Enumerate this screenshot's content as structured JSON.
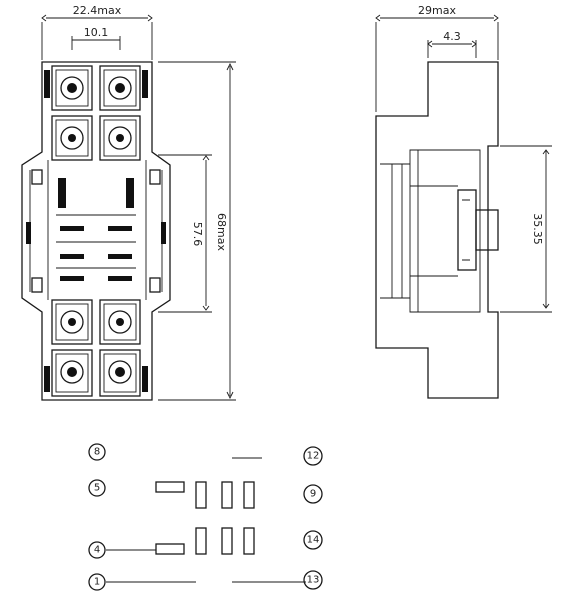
{
  "dimensions": {
    "width_total": "22.4max",
    "width_pitch": "10.1",
    "height_pitch": "57.6",
    "height_total": "68max",
    "side_depth": "29max",
    "side_rail_gap": "4.3",
    "rail_width": "35.35"
  },
  "pins": [
    {
      "id": "pin-8",
      "label": "8"
    },
    {
      "id": "pin-5",
      "label": "5"
    },
    {
      "id": "pin-4",
      "label": "4"
    },
    {
      "id": "pin-1",
      "label": "1"
    },
    {
      "id": "pin-12",
      "label": "12"
    },
    {
      "id": "pin-9",
      "label": "9"
    },
    {
      "id": "pin-14",
      "label": "14"
    },
    {
      "id": "pin-13",
      "label": "13"
    }
  ]
}
